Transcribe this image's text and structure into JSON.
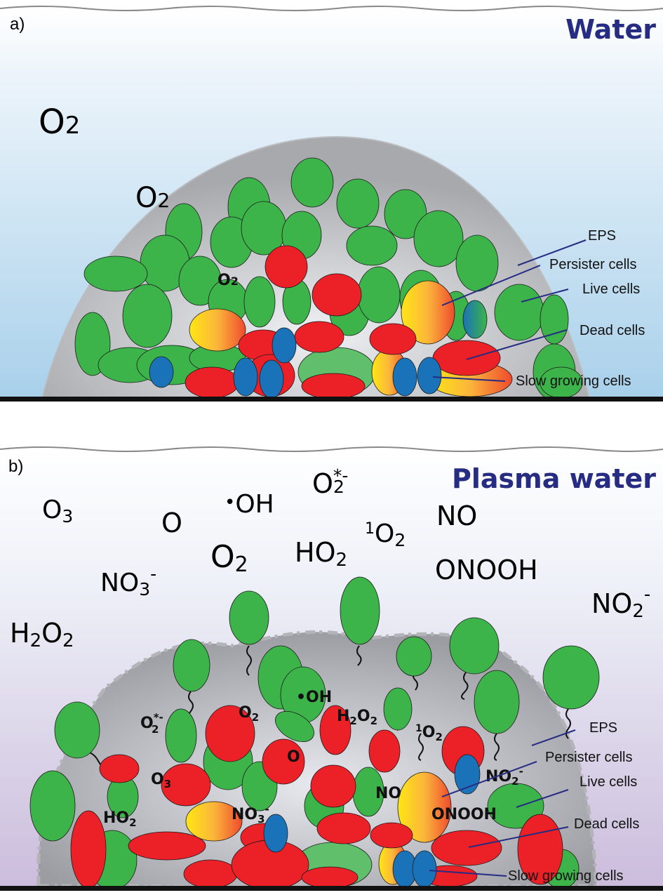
{
  "panel_a": {
    "letter": "a)",
    "title": "Water",
    "o2": "O",
    "o2_sub": "2",
    "legend": [
      "EPS",
      "Persister cells",
      "Live cells",
      "Dead cells",
      "Slow growing cells"
    ]
  },
  "panel_b": {
    "letter": "b)",
    "title": "Plasma water",
    "species": {
      "o3": {
        "main": "O",
        "sub": "3"
      },
      "o": {
        "main": "O"
      },
      "oh": {
        "dot": "•",
        "main": "OH"
      },
      "o2_anion": {
        "main": "O",
        "sub": "2",
        "sup": "*-"
      },
      "singlet_o2": {
        "pre": "1",
        "main": "O",
        "sub": "2"
      },
      "no": {
        "main": "NO"
      },
      "no3": {
        "main": "NO",
        "sub": "3",
        "sup": "-"
      },
      "o2": {
        "main": "O",
        "sub": "2"
      },
      "ho2": {
        "main": "HO",
        "sub": "2"
      },
      "onooh": {
        "main": "ONOOH"
      },
      "no2": {
        "main": "NO",
        "sub": "2",
        "sup": "-"
      },
      "h2o2": {
        "h": "H",
        "s1": "2",
        "o": "O",
        "s2": "2"
      }
    },
    "inner": {
      "oh": "•OH",
      "o2_anion": "O",
      "o2": "O",
      "h2o2_h": "H",
      "h2o2_o": "O",
      "singlet": "O",
      "o": "O",
      "o3": "O",
      "no": "NO",
      "no2": "NO",
      "ho2": "HO",
      "no3": "NO",
      "onooh": "ONOOH",
      "sub2": "2",
      "sub3": "3",
      "pre1": "1",
      "sup_minus": "-",
      "sup_star": "*-"
    },
    "legend": [
      "EPS",
      "Persister cells",
      "Live cells",
      "Dead cells",
      "Slow growing cells"
    ]
  },
  "colors": {
    "live": "#3cb44a",
    "dead": "#ec2027",
    "slow": "#1a73b8",
    "title": "#262c82",
    "leader": "#262c82"
  }
}
